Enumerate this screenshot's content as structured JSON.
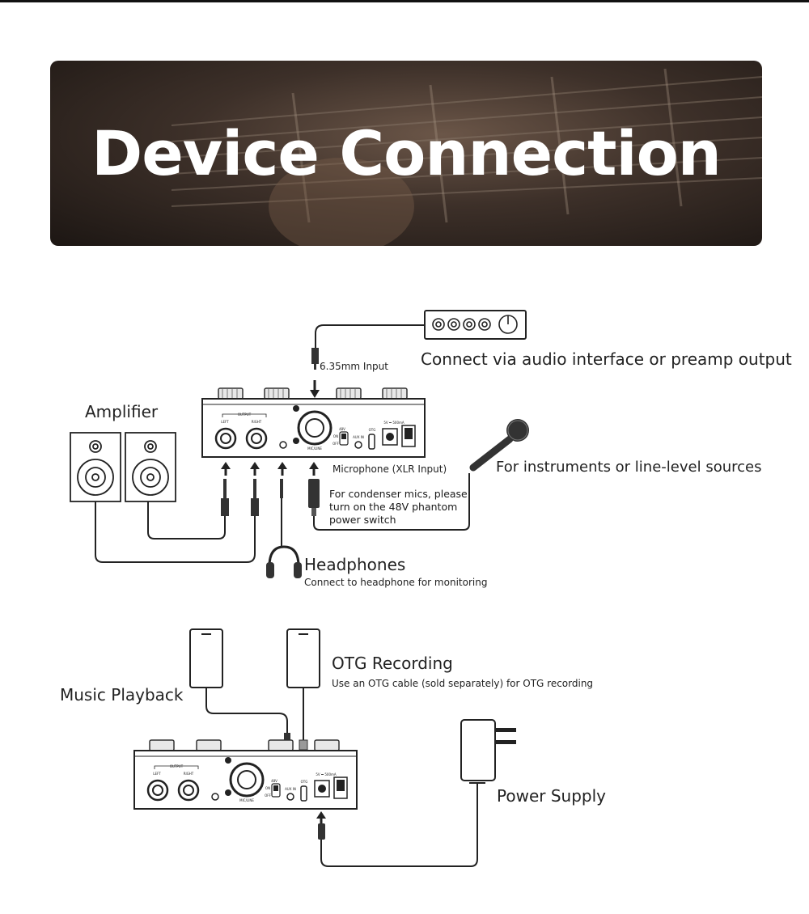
{
  "banner": {
    "title": "Device Connection"
  },
  "top_diagram": {
    "preamp_label": "Connect via audio interface or preamp output",
    "input_label": "6.35mm Input",
    "amplifier_label": "Amplifier",
    "microphone_label": "Microphone (XLR Input)",
    "instruments_label": "For instruments or line-level sources",
    "condenser_note_lines": [
      "For condenser mics, please",
      "turn on the 48V phantom",
      "power switch"
    ],
    "headphones_label": "Headphones",
    "headphones_sub": "Connect to headphone for monitoring"
  },
  "bottom_diagram": {
    "music_label": "Music Playback",
    "otg_label": "OTG Recording",
    "otg_sub": "Use an OTG cable (sold separately) for OTG recording",
    "power_label": "Power Supply"
  },
  "device_panel": {
    "output": "OUTPUT",
    "left": "LEFT",
    "right": "RIGHT",
    "combo": "MIC/LINE",
    "v48": "48V",
    "on": "ON",
    "off": "OFF",
    "aux": "AUX IN",
    "otg": "OTG",
    "dc": "5V ⎓ 500mA"
  },
  "colors": {
    "line": "#222222",
    "banner_text": "#ffffff"
  },
  "icons": [
    "speaker-icon",
    "microphone-icon",
    "headphones-icon",
    "phone-icon",
    "power-adapter-icon",
    "jack-plug-icon",
    "arrow-up-icon",
    "arrow-down-icon"
  ]
}
